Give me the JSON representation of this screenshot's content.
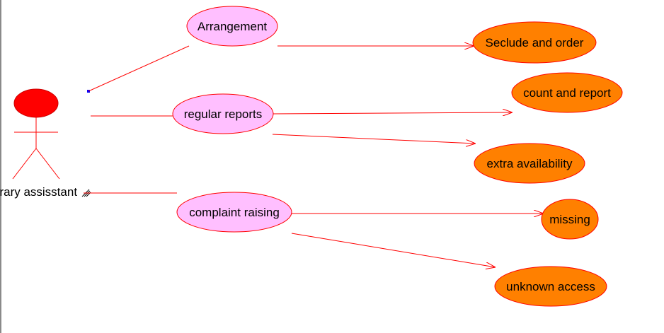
{
  "actor": {
    "name": "Library assisstant",
    "visible_name": "brary assisstant"
  },
  "use_cases": {
    "arrangement": "Arrangement",
    "regular_reports": "regular reports",
    "complaint_raising": "complaint raising"
  },
  "sub_cases": {
    "seclude_and_order": "Seclude and order",
    "count_and_report": "count and report",
    "extra_availability": "extra availability",
    "missing": "missing",
    "unknown_access": "unknown access"
  },
  "colors": {
    "use_case_fill": "#ffbfff",
    "sub_case_fill": "#ff8000",
    "line": "#ff0000",
    "actor_head": "#ff0000"
  }
}
